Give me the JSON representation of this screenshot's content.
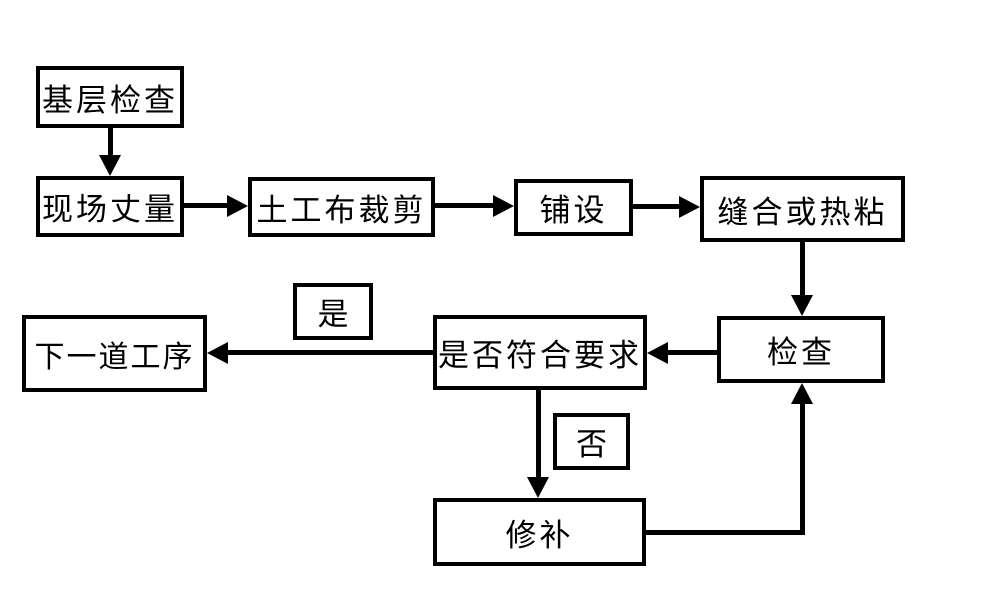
{
  "diagram": {
    "type": "flowchart",
    "colors": {
      "line": "#000000",
      "background": "#ffffff",
      "text": "#000000"
    },
    "nodes": [
      {
        "id": "base-check",
        "label": "基层检查"
      },
      {
        "id": "site-measure",
        "label": "现场丈量"
      },
      {
        "id": "cutting",
        "label": "土工布裁剪"
      },
      {
        "id": "laying",
        "label": "铺设"
      },
      {
        "id": "seam",
        "label": "缝合或热粘"
      },
      {
        "id": "check",
        "label": "检查"
      },
      {
        "id": "decision",
        "label": "是否符合要求"
      },
      {
        "id": "next-process",
        "label": "下一道工序"
      },
      {
        "id": "repair",
        "label": "修补"
      }
    ],
    "edges": [
      {
        "from": "base-check",
        "to": "site-measure",
        "label": ""
      },
      {
        "from": "site-measure",
        "to": "cutting",
        "label": ""
      },
      {
        "from": "cutting",
        "to": "laying",
        "label": ""
      },
      {
        "from": "laying",
        "to": "seam",
        "label": ""
      },
      {
        "from": "seam",
        "to": "check",
        "label": ""
      },
      {
        "from": "check",
        "to": "decision",
        "label": ""
      },
      {
        "from": "decision",
        "to": "next-process",
        "label": "是"
      },
      {
        "from": "decision",
        "to": "repair",
        "label": "否"
      },
      {
        "from": "repair",
        "to": "check",
        "label": ""
      }
    ]
  }
}
